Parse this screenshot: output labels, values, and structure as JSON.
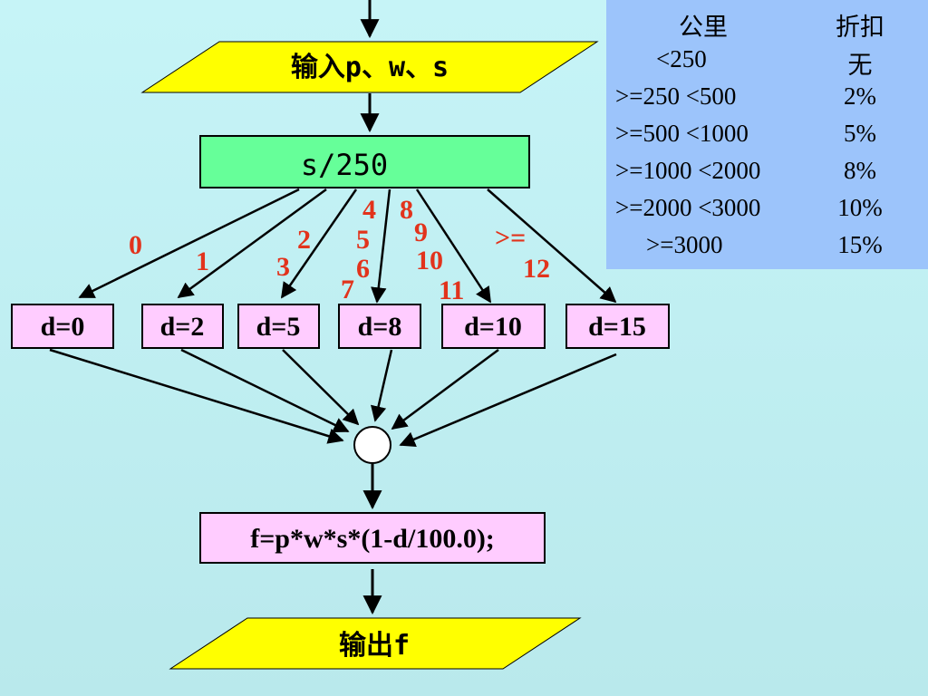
{
  "input_node": {
    "text": "输入p、w、s"
  },
  "compute_node": {
    "text": "s/250"
  },
  "branch_labels": {
    "b0": "0",
    "b1": "1",
    "b2": "2",
    "b3": "3",
    "b4": "4",
    "b5": "5",
    "b6": "6",
    "b7": "7",
    "b8": "8",
    "b9": "9",
    "b10": "10",
    "b11": "11",
    "b_ge": ">=",
    "b12": "12"
  },
  "d_nodes": [
    "d=0",
    "d=2",
    "d=5",
    "d=8",
    "d=10",
    "d=15"
  ],
  "formula_node": {
    "text": "f=p*w*s*(1-d/100.0);"
  },
  "output_node": {
    "text": "输出f"
  },
  "discount_table": {
    "header": {
      "distance": "公里",
      "discount": "折扣"
    },
    "rows": [
      {
        "distance": "<250",
        "discount": "无"
      },
      {
        "distance": ">=250 <500",
        "discount": "2%"
      },
      {
        "distance": ">=500 <1000",
        "discount": "5%"
      },
      {
        "distance": ">=1000 <2000",
        "discount": "8%"
      },
      {
        "distance": ">=2000 <3000",
        "discount": "10%"
      },
      {
        "distance": ">=3000",
        "discount": "15%"
      }
    ]
  },
  "colors": {
    "io_fill": "#ffff00",
    "compute_fill": "#66ff99",
    "assign_fill": "#ffccff",
    "branch_label": "#e2331c",
    "table_bg": "#9cc4fb"
  }
}
